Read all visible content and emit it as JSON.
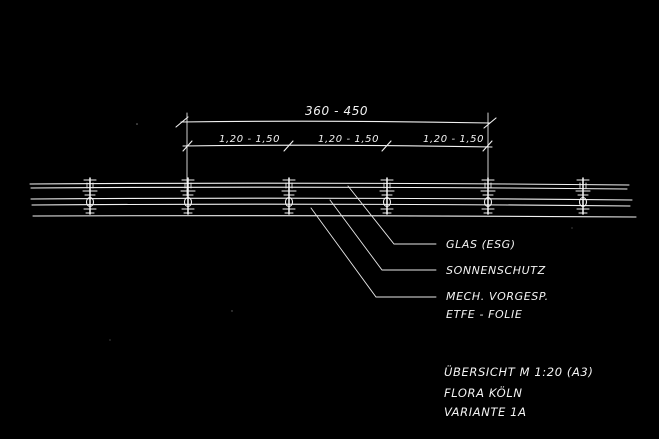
{
  "dimensions": {
    "total": "360 - 450",
    "spans": [
      "1,20 - 1,50",
      "1,20 - 1,50",
      "1,20 - 1,50"
    ]
  },
  "labels": {
    "glass": "GLAS (ESG)",
    "shading": "SONNENSCHUTZ",
    "foil_line1": "MECH. VORGESP.",
    "foil_line2": "ETFE - FOLIE"
  },
  "title_block": {
    "line1": "ÜBERSICHT M 1:20 (A3)",
    "line2": "FLORA KÖLN",
    "line3": "VARIANTE 1A"
  }
}
